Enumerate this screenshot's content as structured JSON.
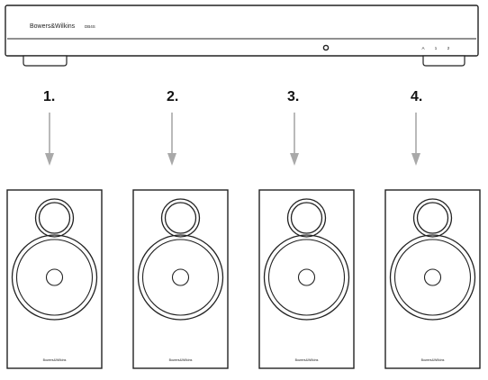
{
  "device": {
    "brand": "Bowers&Wilkins",
    "model": "DB4S",
    "indicators": [
      "A",
      "1",
      "2"
    ]
  },
  "speakers": [
    {
      "step": "1.",
      "badge": "Bowers&Wilkins"
    },
    {
      "step": "2.",
      "badge": "Bowers&Wilkins"
    },
    {
      "step": "3.",
      "badge": "Bowers&Wilkins"
    },
    {
      "step": "4.",
      "badge": "Bowers&Wilkins"
    }
  ],
  "colors": {
    "line": "#222222",
    "arrow": "#a9a9a9",
    "fill": "#ffffff"
  }
}
